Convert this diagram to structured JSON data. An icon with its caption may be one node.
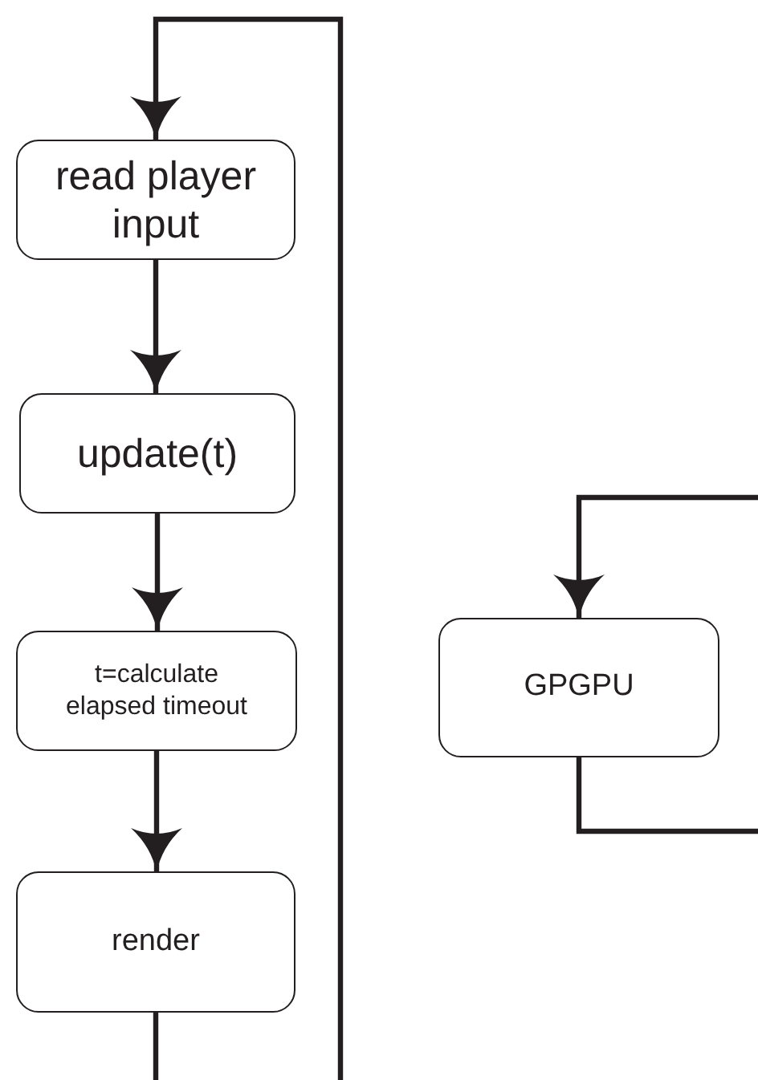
{
  "diagram": {
    "nodes": [
      {
        "text": [
          "read player input"
        ]
      },
      {
        "text": [
          "update(t)"
        ]
      },
      {
        "text": [
          "t=calculate elapsed timeout"
        ]
      },
      {
        "text": [
          "render"
        ]
      },
      {
        "text": [
          "GPGPU"
        ]
      }
    ],
    "edges": [
      {
        "from": 0,
        "to": 1,
        "arrow": "to"
      },
      {
        "from": 1,
        "to": 2,
        "arrow": "to"
      },
      {
        "from": 2,
        "to": 3,
        "arrow": "to"
      },
      {
        "from": 3,
        "to": null,
        "arrow": "none"
      },
      {
        "from": null,
        "to": 0,
        "arrow": "to"
      },
      {
        "from": null,
        "to": 4,
        "arrow": "to"
      },
      {
        "from": 4,
        "to": null,
        "arrow": "none"
      }
    ]
  }
}
